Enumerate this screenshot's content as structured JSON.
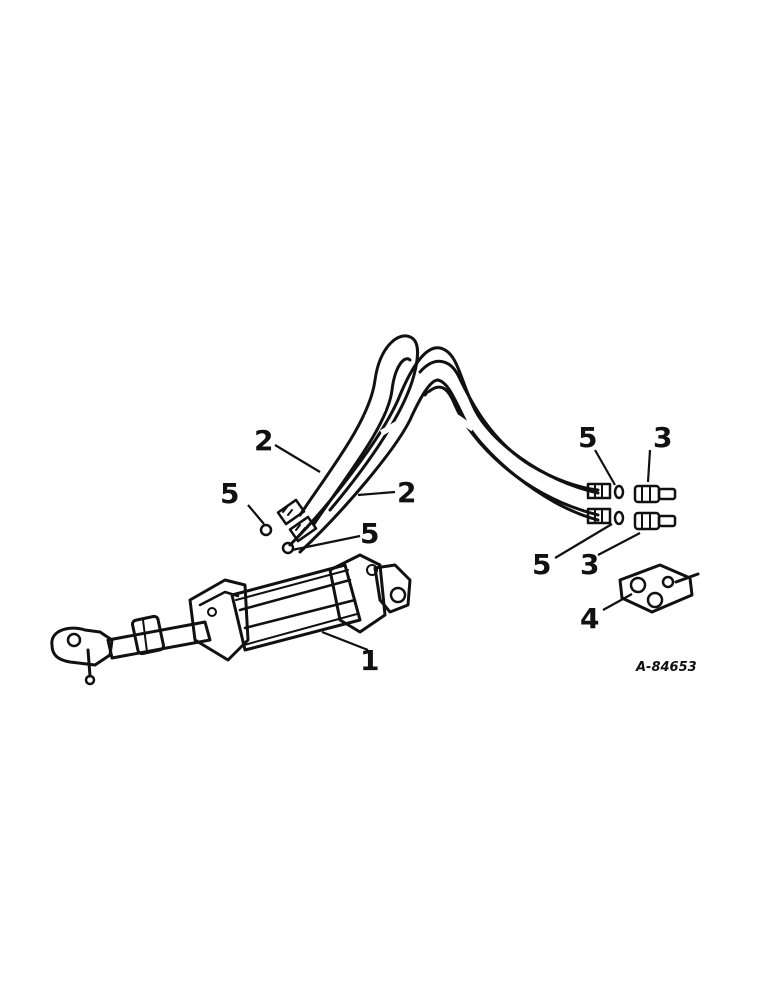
{
  "figure": {
    "id_label": "A-84653",
    "callouts": {
      "cylinder": "1",
      "hose_upper": "2",
      "hose_lower": "2",
      "oring_left_upper": "5",
      "oring_left_lower": "5",
      "oring_right_upper": "5",
      "oring_right_lower": "5",
      "coupler_upper": "3",
      "coupler_lower": "3",
      "bracket": "4"
    }
  }
}
